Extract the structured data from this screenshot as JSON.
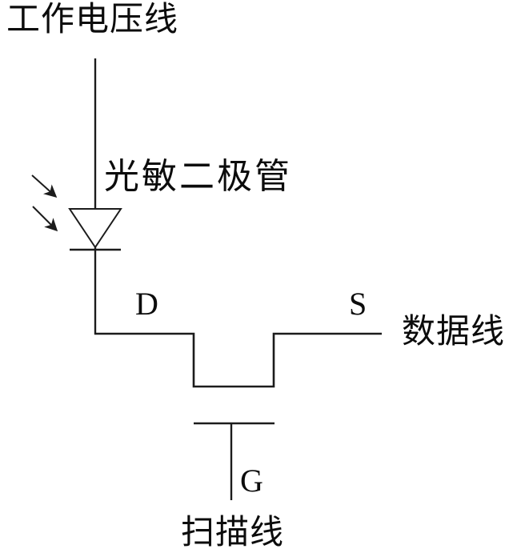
{
  "diagram": {
    "type": "circuit-schematic",
    "colors": {
      "background": "#ffffff",
      "line": "#1c1c1c",
      "text": "#0c0c0c"
    },
    "labels": {
      "working_voltage_line": "工作电压线",
      "photodiode": "光敏二极管",
      "drain": "D",
      "source": "S",
      "gate": "G",
      "data_line": "数据线",
      "scan_line": "扫描线"
    },
    "icons": {
      "light_ray_arrow": "↘"
    }
  }
}
